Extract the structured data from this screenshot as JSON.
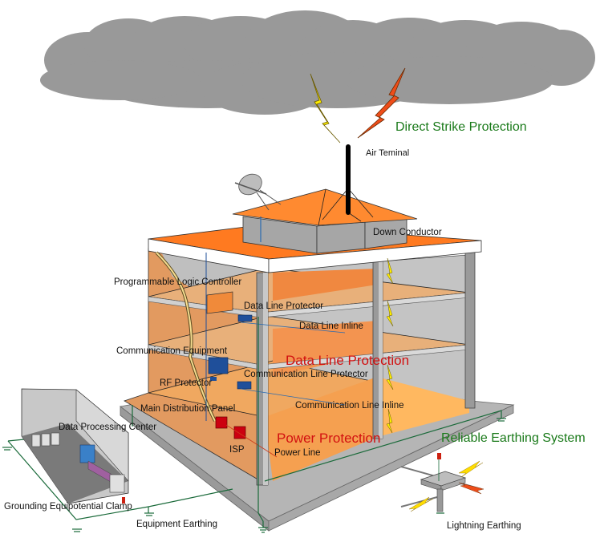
{
  "title": "Lightning Protection System",
  "colors": {
    "cloud": "#999999",
    "roof_orange": "#ff7a20",
    "floor_orange": "#f59a55",
    "light_floor": "#e8b07a",
    "wall_gray": "#a6a6a6",
    "base_gray": "#b5b5b5",
    "bolt_yellow": "#ffee00",
    "bolt_red": "#ee4d1a",
    "earth_green": "#1a6a3a",
    "data_blue": "#1f4f9a",
    "isp_red": "#cc0010",
    "section_red": "#d21010",
    "section_green": "#1a7a1a"
  },
  "sections": {
    "direct_strike": "Direct Strike Protection",
    "data_line": "Data Line Protection",
    "power": "Power  Protection",
    "earthing": "Reliable Earthing System"
  },
  "labels": {
    "air_terminal": "Air  Teminal",
    "down_conductor": "Down Conductor",
    "plc": "Programmable Logic Controller",
    "data_line_protector": "Data Line Protector",
    "data_line_inline": "Data Line Inline",
    "communication_equipment": "Communication Equipment",
    "communication_line_protector": "Communication Line Protector",
    "rf_protector": "RF Protector",
    "main_distribution_panel": "Main Distribution Panel",
    "communication_line_inline": "Communication Line Inline",
    "data_processing_center": "Data Processing Center",
    "isp": "ISP",
    "power_line": "Power Line",
    "grounding_clamp": "Grounding Equipotential Clamp",
    "equipment_earthing": "Equipment Earthing",
    "lightning_earthing": "Lightning Earthing"
  },
  "icons": {
    "cloud": "storm-cloud-icon",
    "bolt": "lightning-bolt-icon",
    "dish": "satellite-dish-icon",
    "ground": "ground-symbol-icon"
  }
}
